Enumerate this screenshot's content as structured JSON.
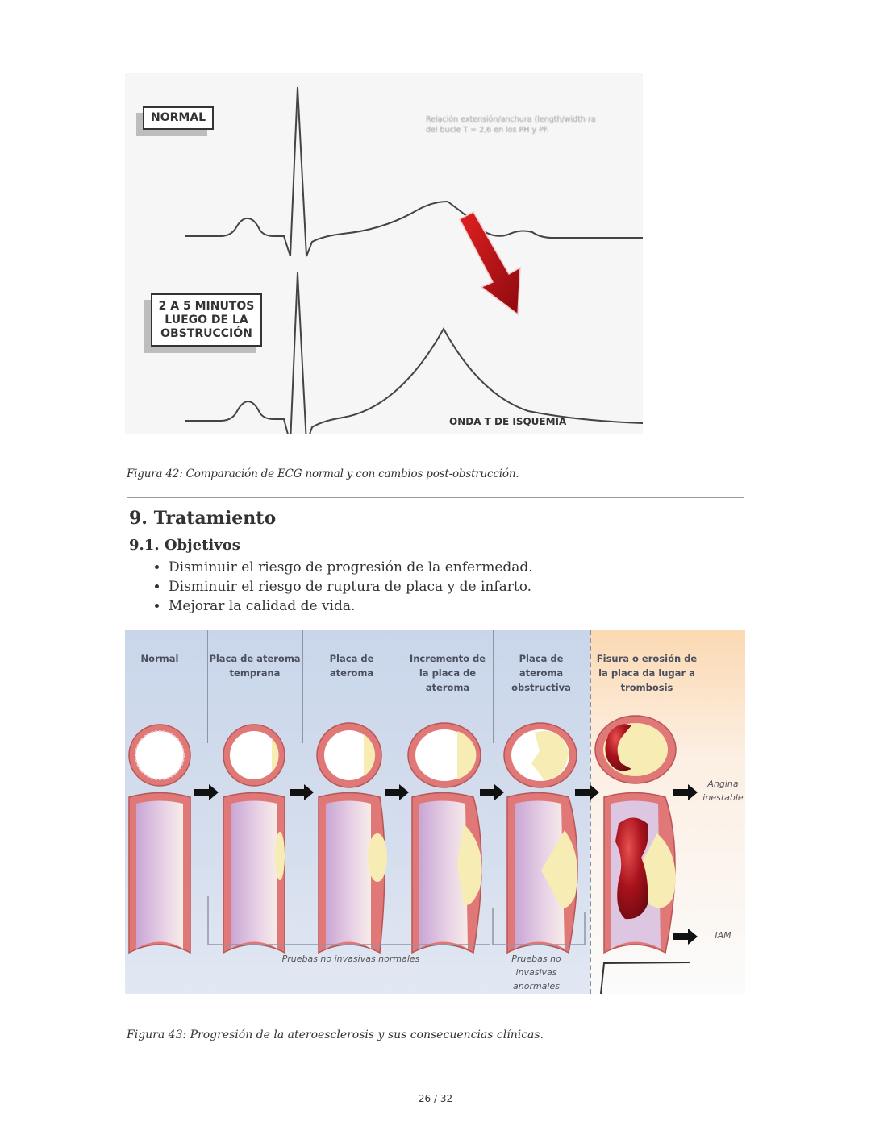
{
  "figure42": {
    "label_normal": "NORMAL",
    "label_after": "2 A 5 MINUTOS LUEGO DE LA OBSTRUCCIÓN",
    "note_line1": "Relación extensión/anchura (length/width ra",
    "note_line2": "del bucle T = 2,6 en los PH y PF.",
    "label_ischemia": "ONDA T DE ISQUEMIA",
    "arrow_color": "#c0121a",
    "caption": "Figura 42: Comparación de ECG normal y con cambios post-obstrucción."
  },
  "section": {
    "heading": "9. Tratamiento",
    "subheading": "9.1. Objetivos",
    "objectives": [
      "Disminuir el riesgo de progresión de la enfermedad.",
      "Disminuir el riesgo de ruptura de placa y de infarto.",
      "Mejorar la calidad de vida."
    ]
  },
  "figure43": {
    "columns": [
      "Normal",
      "Placa de ateroma temprana",
      "Placa de ateroma",
      "Incremento de la placa de ateroma",
      "Placa de ateroma obstructiva",
      "Fisura o erosión de la placa da lugar a trombosis"
    ],
    "outcome_1": "Angina inestable",
    "outcome_2": "IAM",
    "group_normal": "Pruebas no invasivas normales",
    "group_abnormal": "Pruebas no invasivas anormales",
    "caption": "Figura 43: Progresión de la ateroesclerosis y sus consecuencias clínicas."
  },
  "footer": {
    "page_indicator": "26 / 32"
  }
}
